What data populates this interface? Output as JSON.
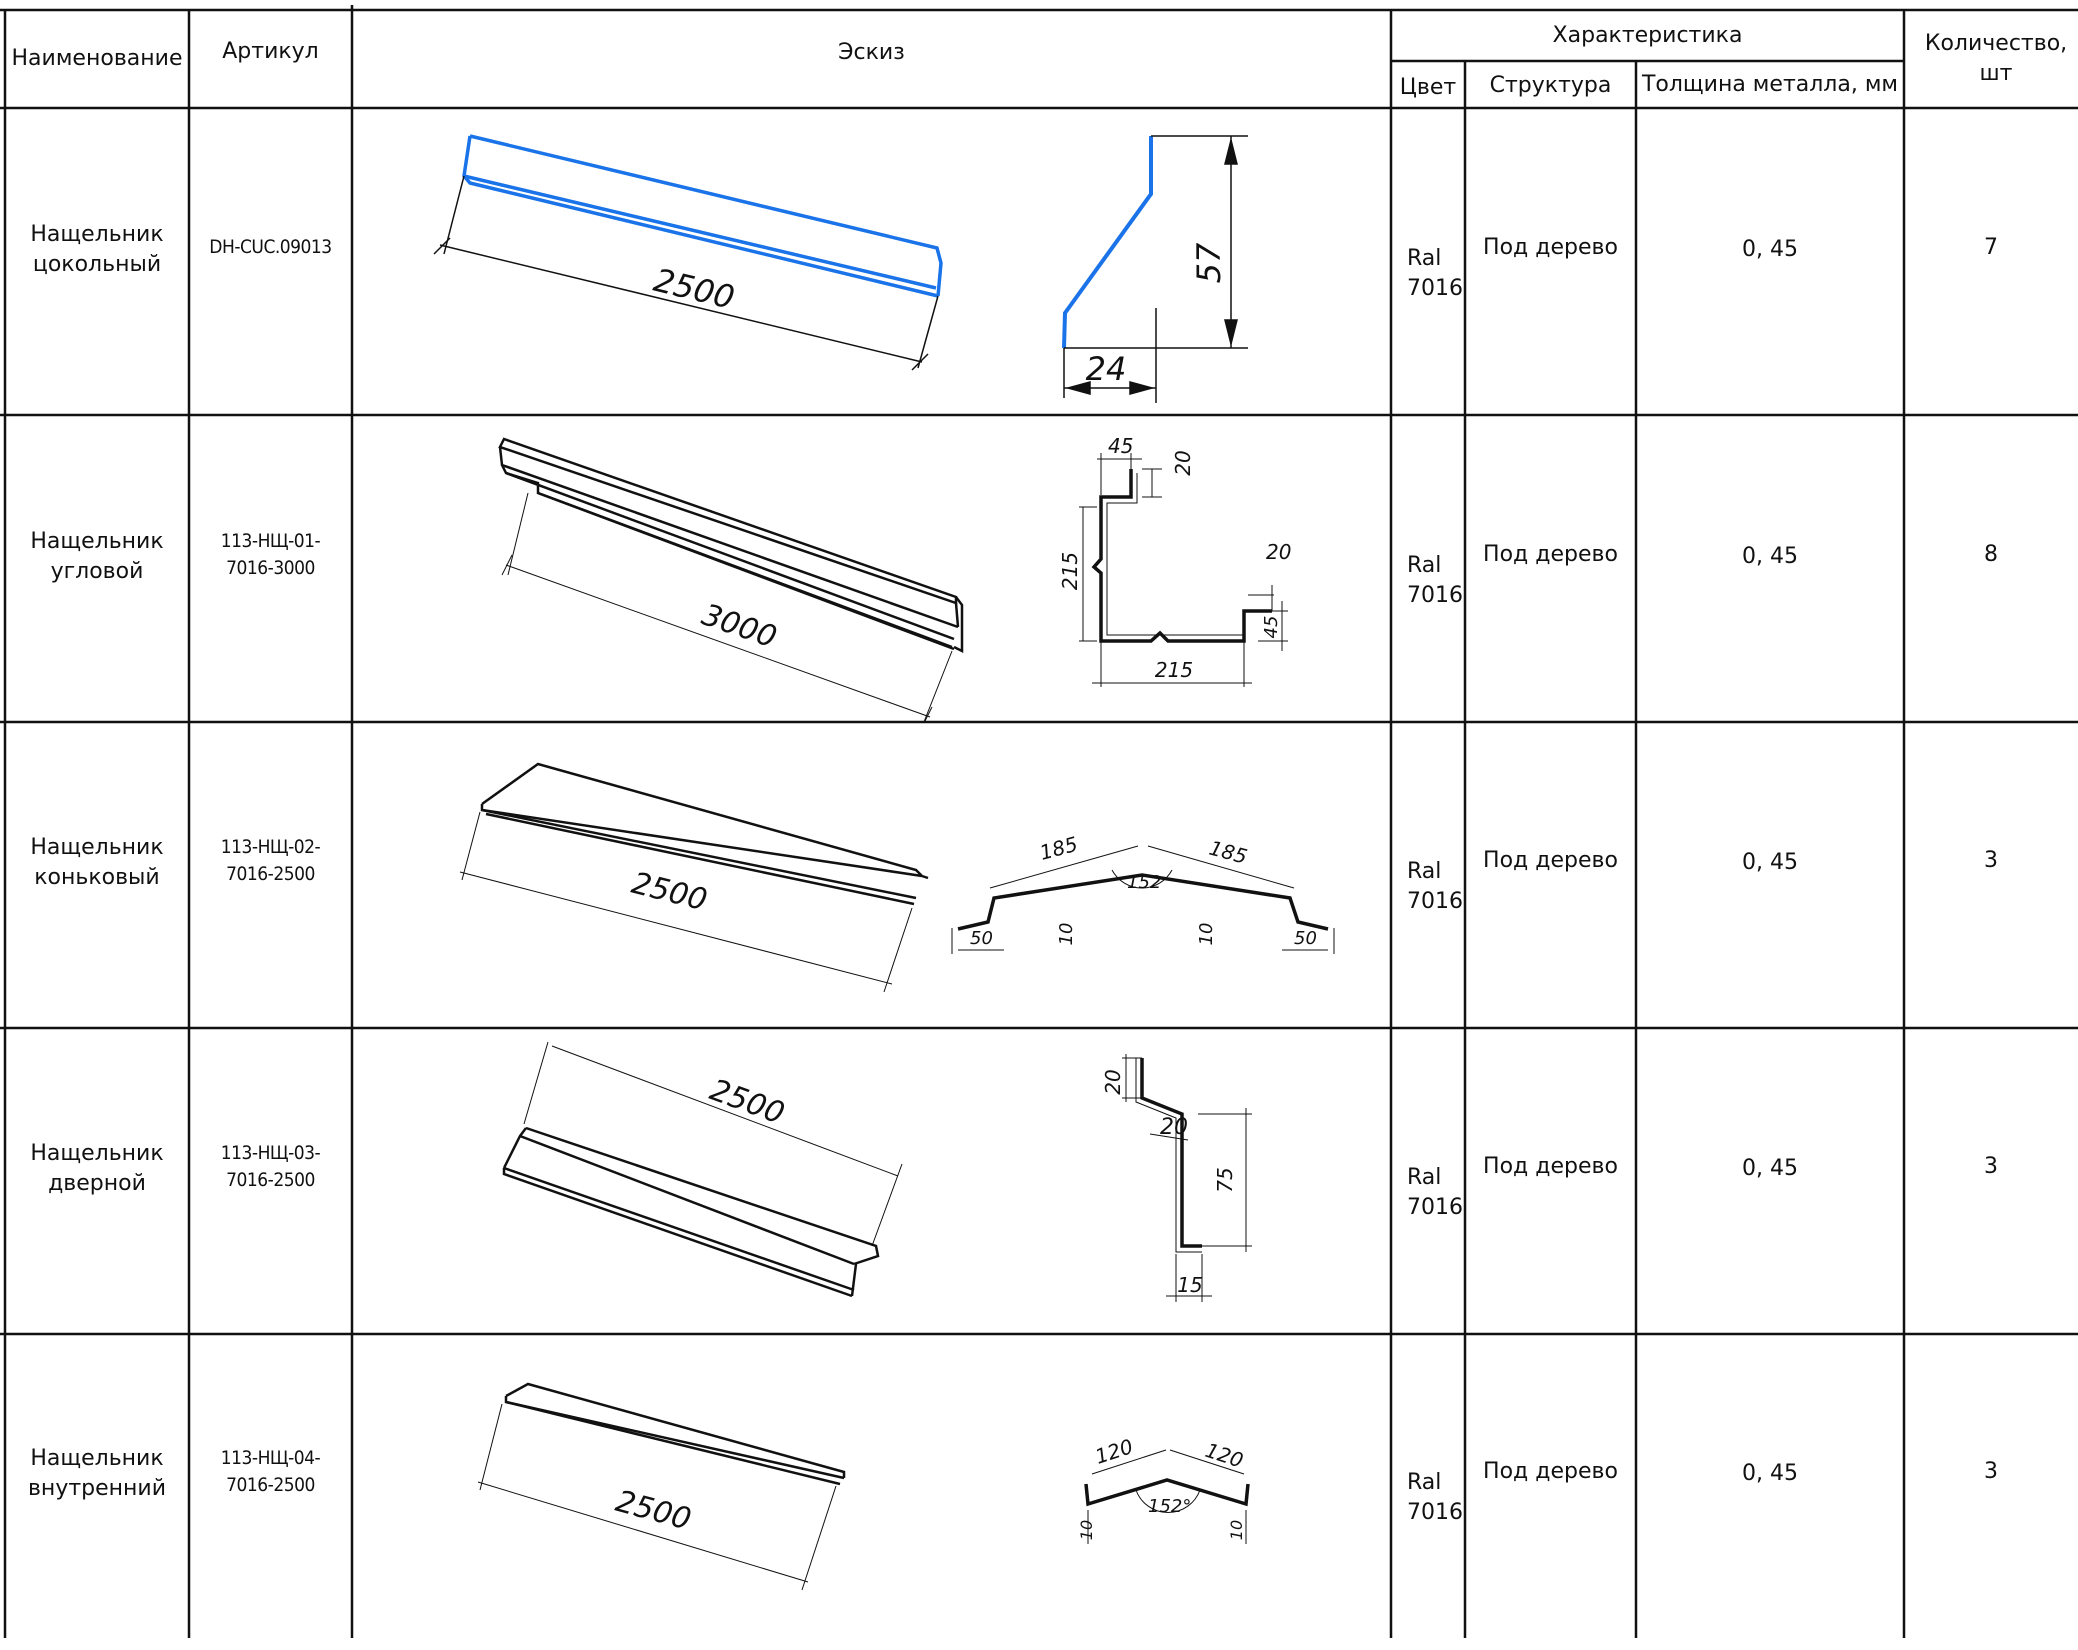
{
  "headers": {
    "name": "Наименование",
    "article": "Артикул",
    "sketch": "Эскиз",
    "characteristics": "Характеристика",
    "color": "Цвет",
    "structure": "Структура",
    "thickness": "Толщина металла, мм",
    "quantity": "Количество, шт"
  },
  "rows": [
    {
      "name_line1": "Нащельник",
      "name_line2": "цокольный",
      "article_line1": "DH-CUC.09013",
      "article_line2": "",
      "color_line1": "Ral",
      "color_line2": "7016",
      "structure": "Под дерево",
      "thickness": "0, 45",
      "quantity": "7",
      "dims": {
        "length": "2500",
        "a": "57",
        "b": "24"
      }
    },
    {
      "name_line1": "Нащельник",
      "name_line2": "угловой",
      "article_line1": "113-НЩ-01-",
      "article_line2": "7016-3000",
      "color_line1": "Ral",
      "color_line2": "7016",
      "structure": "Под дерево",
      "thickness": "0, 45",
      "quantity": "8",
      "dims": {
        "length": "3000",
        "a": "45",
        "b": "20",
        "c": "215",
        "d": "20",
        "e": "45",
        "f": "215"
      }
    },
    {
      "name_line1": "Нащельник",
      "name_line2": "коньковый",
      "article_line1": "113-НЩ-02-",
      "article_line2": "7016-2500",
      "color_line1": "Ral",
      "color_line2": "7016",
      "structure": "Под дерево",
      "thickness": "0, 45",
      "quantity": "3",
      "dims": {
        "length": "2500",
        "a": "185",
        "b": "185",
        "angle": "152",
        "c": "50",
        "d": "10",
        "e": "10",
        "f": "50"
      }
    },
    {
      "name_line1": "Нащельник",
      "name_line2": "дверной",
      "article_line1": "113-НЩ-03-",
      "article_line2": "7016-2500",
      "color_line1": "Ral",
      "color_line2": "7016",
      "structure": "Под дерево",
      "thickness": "0, 45",
      "quantity": "3",
      "dims": {
        "length": "2500",
        "a": "20",
        "b": "20",
        "c": "75",
        "d": "15"
      }
    },
    {
      "name_line1": "Нащельник",
      "name_line2": "внутренний",
      "article_line1": "113-НЩ-04-",
      "article_line2": "7016-2500",
      "color_line1": "Ral",
      "color_line2": "7016",
      "structure": "Под дерево",
      "thickness": "0, 45",
      "quantity": "3",
      "dims": {
        "length": "2500",
        "a": "120",
        "b": "120",
        "angle": "152°",
        "c": "10",
        "d": "10"
      }
    }
  ],
  "colors": {
    "line": "#111111",
    "accent": "#1a73e8"
  }
}
